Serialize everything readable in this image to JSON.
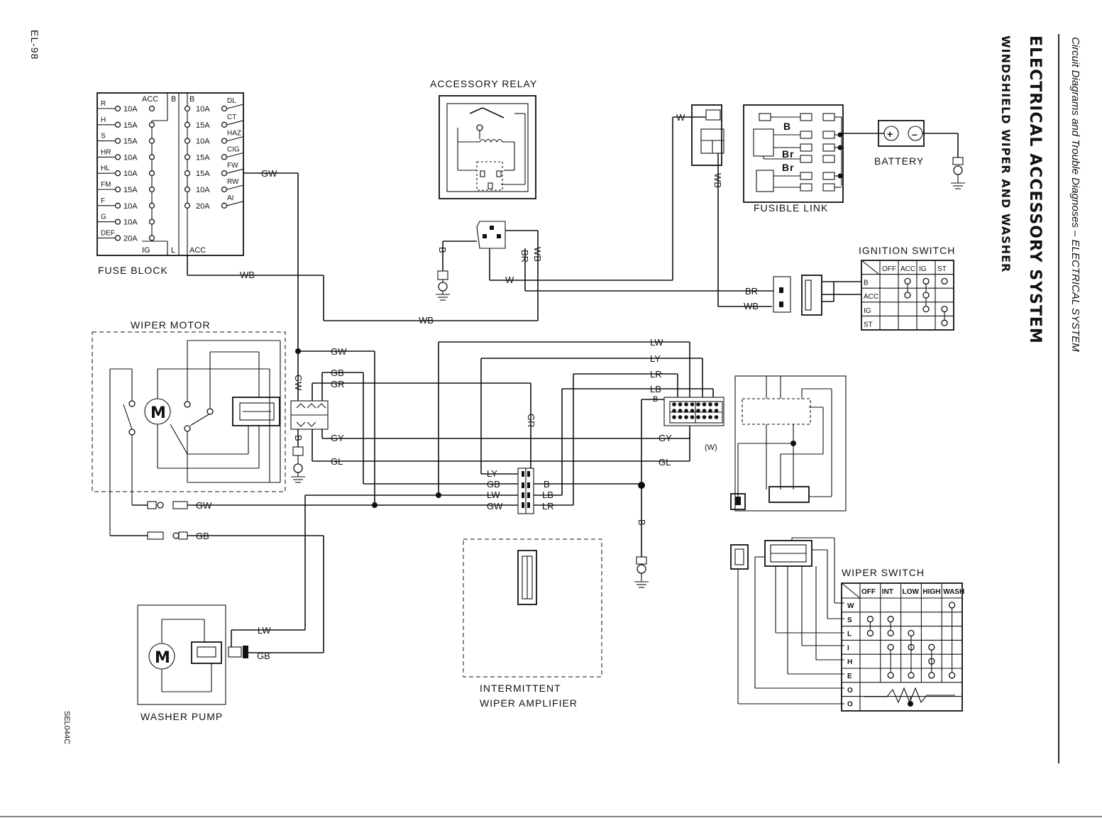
{
  "page": {
    "number": "EL-98",
    "code": "SEL044C"
  },
  "header": {
    "running_head": "Circuit Diagrams and Trouble Diagnoses – ELECTRICAL SYSTEM",
    "title": "ELECTRICAL ACCESSORY SYSTEM",
    "subtitle": "WINDSHIELD WIPER AND WASHER"
  },
  "components": {
    "fuse_block": "FUSE BLOCK",
    "accessory_relay": "ACCESSORY RELAY",
    "fusible_link": "FUSIBLE LINK",
    "battery": "BATTERY",
    "ignition_switch": "IGNITION SWITCH",
    "wiper_motor": "WIPER MOTOR",
    "washer_pump": "WASHER PUMP",
    "intermittent_amplifier": [
      "INTERMITTENT",
      "WIPER AMPLIFIER"
    ],
    "wiper_switch": "WIPER SWITCH",
    "motor_symbol": "M"
  },
  "fuse_block": {
    "left_circuits": [
      "R",
      "H",
      "S",
      "HR",
      "HL",
      "FM",
      "F",
      "G",
      "DEF"
    ],
    "left_ratings": [
      "10A",
      "15A",
      "15A",
      "10A",
      "10A",
      "15A",
      "10A",
      "10A",
      "20A"
    ],
    "right_ratings": [
      "10A",
      "15A",
      "10A",
      "15A",
      "15A",
      "10A",
      "20A"
    ],
    "right_circuits": [
      "DL",
      "CT",
      "HAZ",
      "CIG",
      "FW",
      "RW",
      "AI"
    ],
    "top_labels": [
      "ACC",
      "B",
      "B"
    ],
    "bottom_labels": [
      "IG",
      "L",
      "ACC"
    ]
  },
  "fusible_link_labels": [
    "B",
    "Br",
    "Br"
  ],
  "battery_terminals": [
    "+",
    "–"
  ],
  "ignition_switch_table": {
    "columns": [
      "OFF",
      "ACC",
      "IG",
      "ST"
    ],
    "rows": [
      "B",
      "ACC",
      "IG",
      "ST"
    ]
  },
  "wiper_switch_table": {
    "columns": [
      "OFF",
      "INT",
      "LOW",
      "HIGH",
      "WASH"
    ],
    "rows": [
      "W",
      "S",
      "L",
      "I",
      "H",
      "E",
      "O",
      "O"
    ]
  },
  "wire_labels": {
    "gw_fuse": "GW",
    "wb_fuse": "WB",
    "wb_bottom": "WB",
    "w_relay": "W",
    "w_relay_top": "W",
    "b_relay": "B",
    "br_relay": "BR",
    "wb_relay": "WB",
    "wb_fusible": "WB",
    "br_ign": "BR",
    "wb_ign": "WB",
    "gw_main": "GW",
    "gw_vert": "GW",
    "gb_main": "GB",
    "gr_main": "GR",
    "b_ground": "B",
    "gy_main": "GY",
    "gl_main": "GL",
    "gr_vert": "GR",
    "lw_top": "LW",
    "ly_top": "LY",
    "lr_top": "LR",
    "lb_top": "LB",
    "b_conn": "B",
    "gy_right": "GY",
    "gl_right": "GL",
    "w_note": "(W)",
    "ly_mid": "LY",
    "gb_mid": "GB",
    "lw_mid": "LW",
    "gw_mid": "GW",
    "b_mid": "B",
    "lb_mid": "LB",
    "lr_mid": "LR",
    "b_vert": "B",
    "gw_motor": "GW",
    "gb_motor": "GB",
    "lw_pump": "LW",
    "gb_pump": "GB"
  }
}
